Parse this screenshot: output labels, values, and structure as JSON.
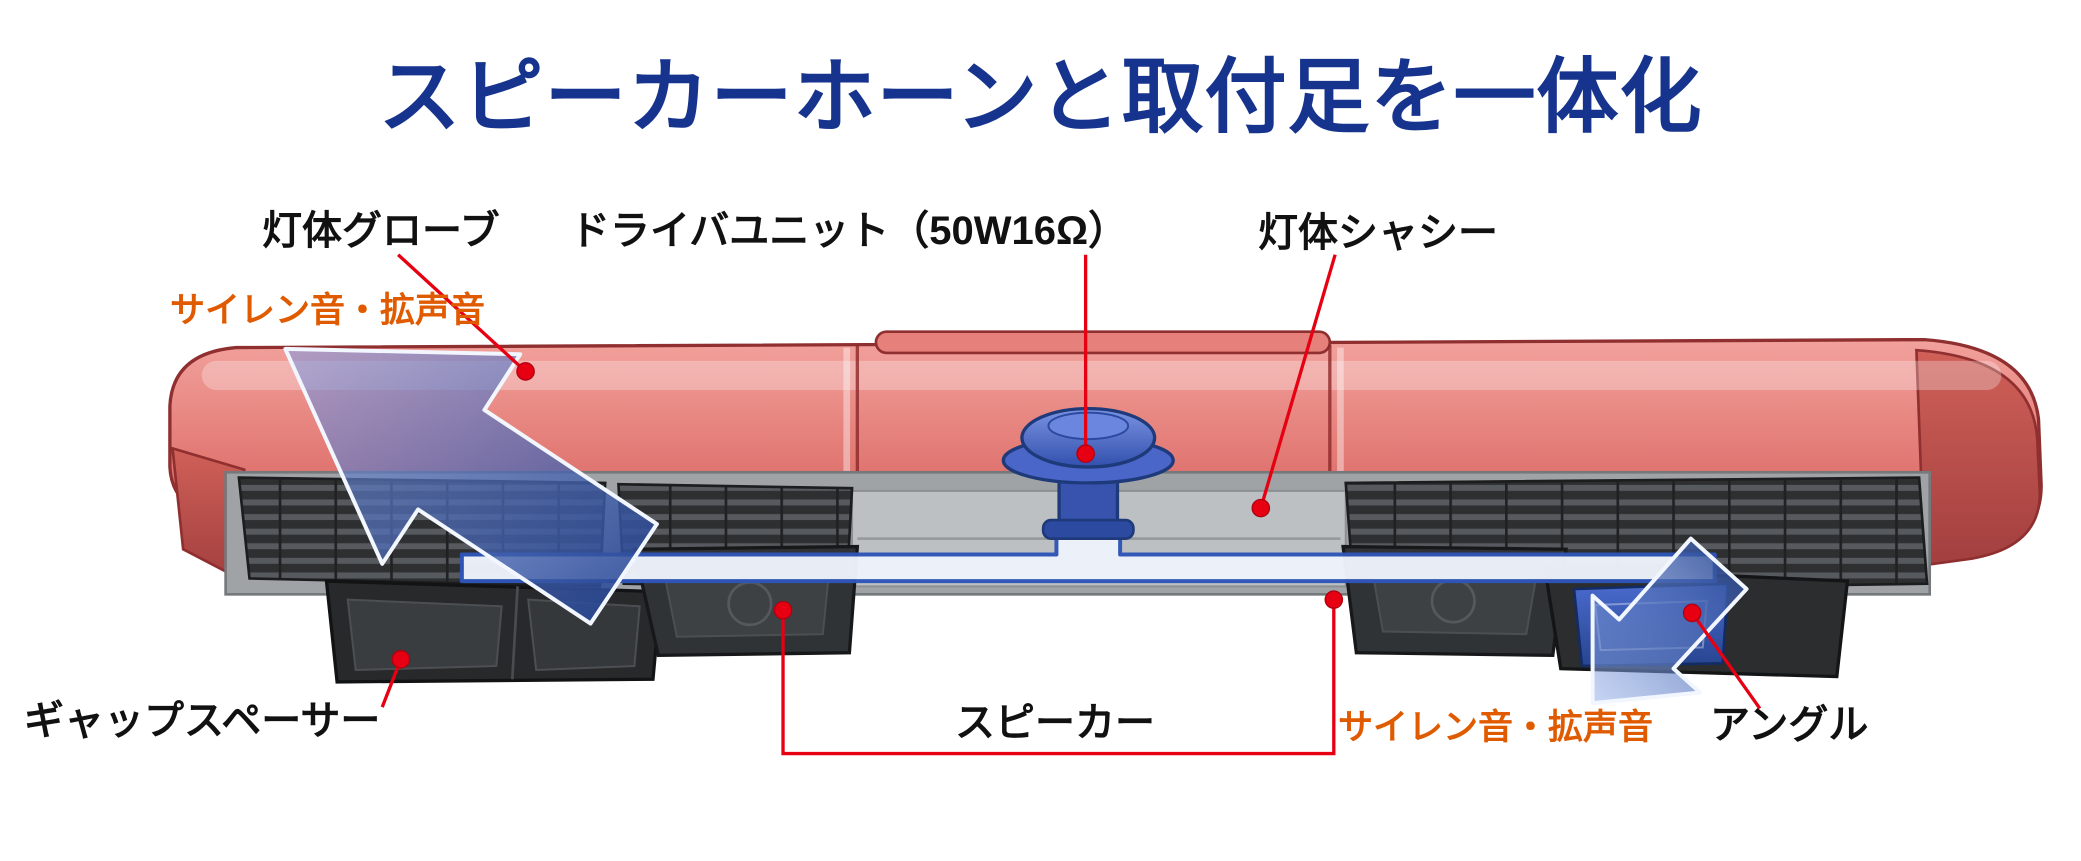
{
  "page": {
    "title": "スピーカーホーンと取付足を一体化"
  },
  "labels": {
    "globe": "灯体グローブ",
    "driver_unit": "ドライバユニット（50W16Ω）",
    "chassis": "灯体シャシー",
    "siren_left": "サイレン音・拡声音",
    "siren_right": "サイレン音・拡声音",
    "gap_spacer": "ギャップスペーサー",
    "speaker": "スピーカー",
    "angle": "アングル"
  },
  "colors": {
    "title_blue": "#16338e",
    "callout_red": "#e60012",
    "siren_orange": "#e05a00",
    "bar_red": "#e5807b",
    "sound_blue": "#3a5fc4"
  }
}
